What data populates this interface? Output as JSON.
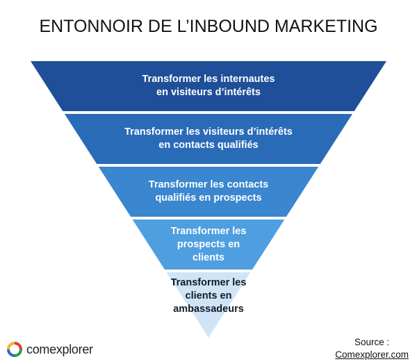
{
  "title": "ENTONNOIR DE L’INBOUND MARKETING",
  "stages": [
    {
      "lines": [
        "Transformer les internautes",
        "en visiteurs d’intérêts"
      ],
      "color": "#1e4f98"
    },
    {
      "lines": [
        "Transformer les visiteurs d’intérêts",
        "en contacts qualifiés"
      ],
      "color": "#2a6bb8"
    },
    {
      "lines": [
        "Transformer les contacts",
        "qualifiés en prospects"
      ],
      "color": "#3a86cf"
    },
    {
      "lines": [
        "Transformer les",
        "prospects en",
        "clients"
      ],
      "color": "#4f9ee0"
    },
    {
      "lines": [
        "Transformer les",
        "clients en",
        "ambassadeurs"
      ],
      "color": "#cfe5f7"
    }
  ],
  "logo": {
    "text": "comexplorer",
    "icon": "comexplorer-logo-icon"
  },
  "source": {
    "label": "Source :",
    "link": "Comexplorer.com"
  }
}
